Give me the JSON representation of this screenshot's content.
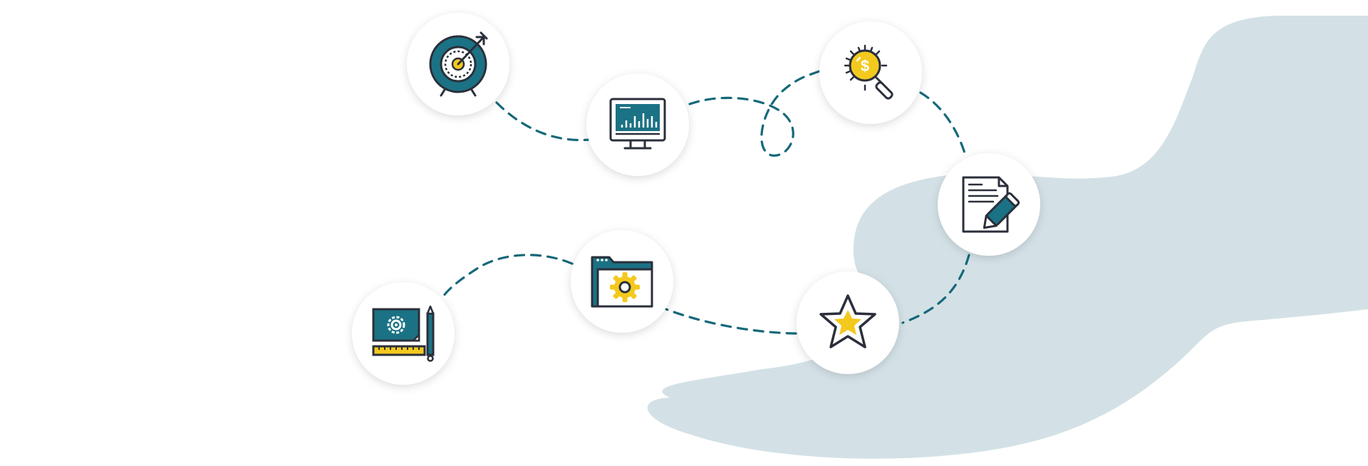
{
  "colors": {
    "background": "#ffffff",
    "blob": "#d3e1e6",
    "path": "#15687a",
    "teal": "#1b7284",
    "dark": "#2a2f3a",
    "yellow": "#f4c91e",
    "circle": "#ffffff"
  },
  "nodes": [
    {
      "id": "target",
      "icon": "target-icon"
    },
    {
      "id": "monitor",
      "icon": "monitor-chart-icon"
    },
    {
      "id": "search-money",
      "icon": "magnifier-dollar-icon"
    },
    {
      "id": "document",
      "icon": "document-pencil-icon"
    },
    {
      "id": "star",
      "icon": "star-icon"
    },
    {
      "id": "folder-settings",
      "icon": "folder-gear-icon"
    },
    {
      "id": "design-tools",
      "icon": "blueprint-gear-icon"
    }
  ]
}
